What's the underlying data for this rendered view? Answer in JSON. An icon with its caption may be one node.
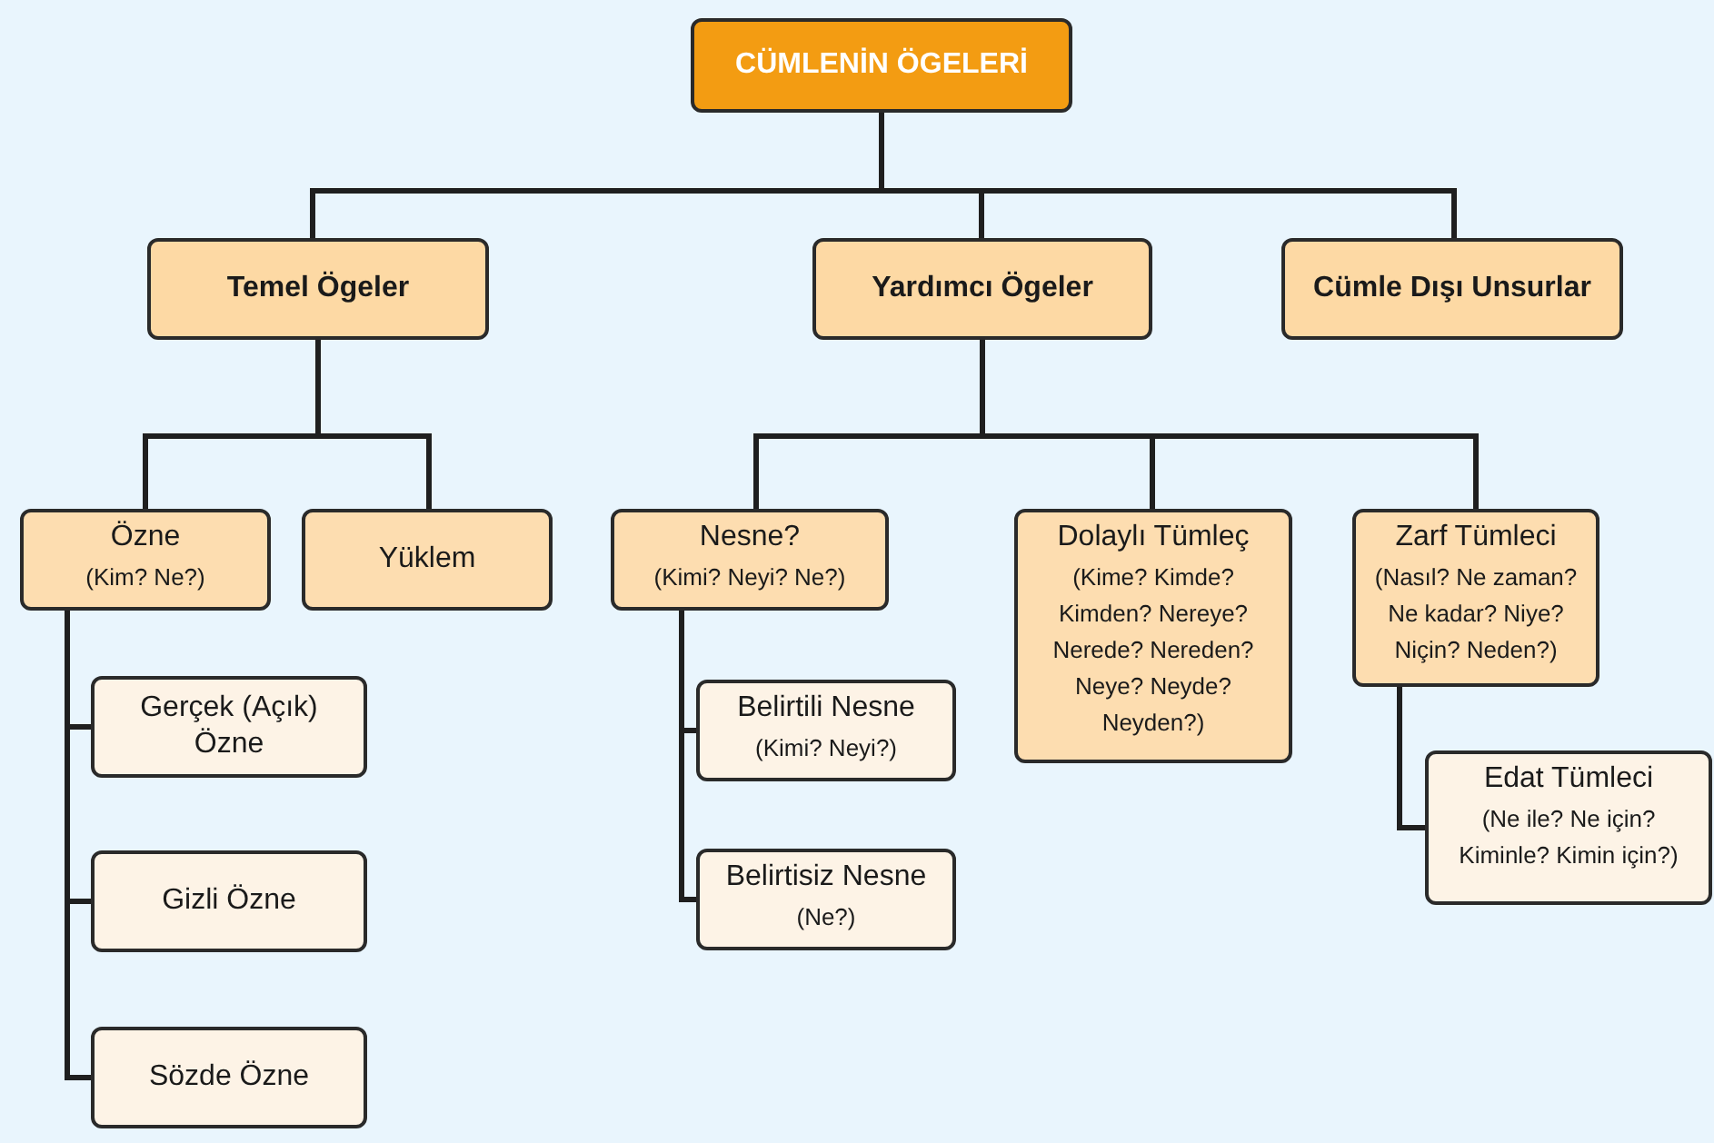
{
  "diagram": {
    "nodes": [
      {
        "text": [
          "CÜMLENİN ÖGELERİ"
        ]
      },
      {
        "text": [
          "Temel Ögeler"
        ]
      },
      {
        "text": [
          "Yardımcı Ögeler"
        ]
      },
      {
        "text": [
          "Cümle Dışı Unsurlar"
        ]
      },
      {
        "text": [
          "Özne",
          "(Kim? Ne?)"
        ]
      },
      {
        "text": [
          "Yüklem"
        ]
      },
      {
        "text": [
          "Nesne?",
          "(Kimi? Neyi? Ne?)"
        ]
      },
      {
        "text": [
          "Dolaylı Tümleç",
          "(Kime? Kimde? Kimden? Nereye? Nerede? Nereden? Neye? Neyde? Neyden?)"
        ]
      },
      {
        "text": [
          "Zarf Tümleci",
          "(Nasıl? Ne zaman? Ne kadar? Niye? Niçin? Neden?)"
        ]
      },
      {
        "text": [
          "Gerçek (Açık) Özne"
        ]
      },
      {
        "text": [
          "Gizli Özne"
        ]
      },
      {
        "text": [
          "Sözde Özne"
        ]
      },
      {
        "text": [
          "Belirtili Nesne",
          "(Kimi? Neyi?)"
        ]
      },
      {
        "text": [
          "Belirtisiz Nesne",
          "(Ne?)"
        ]
      },
      {
        "text": [
          "Edat Tümleci",
          "(Ne ile? Ne için? Kiminle? Kimin için?)"
        ]
      }
    ],
    "edges": [
      {
        "from": 0,
        "to": 1,
        "arrow": "none"
      },
      {
        "from": 0,
        "to": 2,
        "arrow": "none"
      },
      {
        "from": 0,
        "to": 3,
        "arrow": "none"
      },
      {
        "from": 1,
        "to": 4,
        "arrow": "none"
      },
      {
        "from": 1,
        "to": 5,
        "arrow": "none"
      },
      {
        "from": 2,
        "to": 6,
        "arrow": "none"
      },
      {
        "from": 2,
        "to": 7,
        "arrow": "none"
      },
      {
        "from": 2,
        "to": 8,
        "arrow": "none"
      },
      {
        "from": 4,
        "to": 9,
        "arrow": "none"
      },
      {
        "from": 4,
        "to": 10,
        "arrow": "none"
      },
      {
        "from": 4,
        "to": 11,
        "arrow": "none"
      },
      {
        "from": 6,
        "to": 12,
        "arrow": "none"
      },
      {
        "from": 6,
        "to": 13,
        "arrow": "none"
      },
      {
        "from": 8,
        "to": 14,
        "arrow": "none"
      }
    ]
  }
}
